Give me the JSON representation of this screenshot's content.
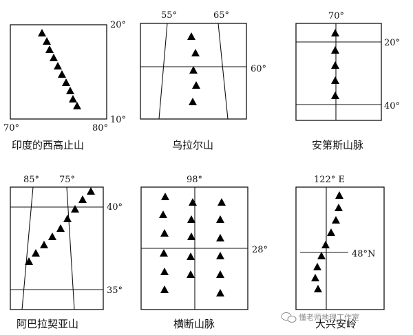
{
  "panels": [
    {
      "title": "印度的西高止山",
      "labels": [
        "20°",
        "10°",
        "70°",
        "80°"
      ]
    },
    {
      "title": "乌拉尔山",
      "labels": [
        "55°",
        "65°",
        "60°"
      ]
    },
    {
      "title": "安第斯山脉",
      "labels": [
        "70°",
        "20°",
        "40°"
      ]
    },
    {
      "title": "阿巴拉契亚山",
      "labels": [
        "85°",
        "75°",
        "40°",
        "35°"
      ]
    },
    {
      "title": "横断山脉",
      "labels": [
        "98°",
        "28°"
      ]
    },
    {
      "title": "大兴安岭",
      "labels": [
        "122° E",
        "48°N"
      ]
    }
  ],
  "watermark": "懂老师地理工作室",
  "icons": {
    "mountain": "mountain-symbol-icon",
    "watermark_logo": "wechat-logo-icon"
  }
}
